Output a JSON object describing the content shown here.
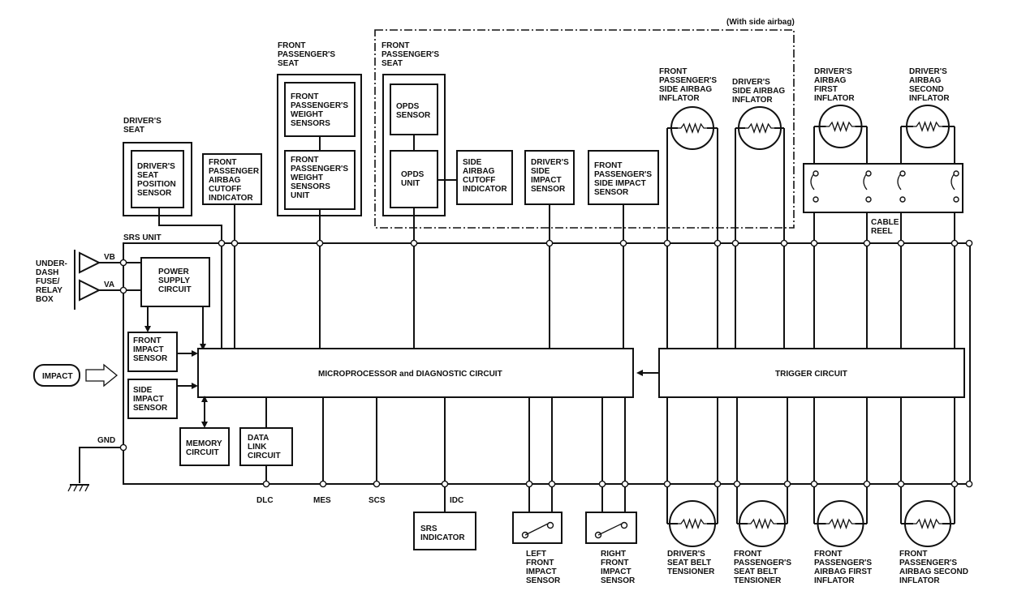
{
  "labels": {
    "with_side_airbag": "(With side airbag)",
    "drivers_seat": [
      "DRIVER'S",
      "SEAT"
    ],
    "drivers_seat_position_sensor": [
      "DRIVER'S",
      "SEAT",
      "POSITION",
      "SENSOR"
    ],
    "fp_airbag_cutoff_indicator": [
      "FRONT",
      "PASSENGER",
      "AIRBAG",
      "CUTOFF",
      "INDICATOR"
    ],
    "front_passengers_seat_a": [
      "FRONT",
      "PASSENGER'S",
      "SEAT"
    ],
    "fp_weight_sensors": [
      "FRONT",
      "PASSENGER'S",
      "WEIGHT",
      "SENSORS"
    ],
    "fp_weight_sensors_unit": [
      "FRONT",
      "PASSENGER'S",
      "WEIGHT",
      "SENSORS",
      "UNIT"
    ],
    "front_passengers_seat_b": [
      "FRONT",
      "PASSENGER'S",
      "SEAT"
    ],
    "opds_sensor": [
      "OPDS",
      "SENSOR"
    ],
    "opds_unit": [
      "OPDS",
      "UNIT"
    ],
    "side_airbag_cutoff_indicator": [
      "SIDE",
      "AIRBAG",
      "CUTOFF",
      "INDICATOR"
    ],
    "drivers_side_impact_sensor": [
      "DRIVER'S",
      "SIDE",
      "IMPACT",
      "SENSOR"
    ],
    "fp_side_impact_sensor": [
      "FRONT",
      "PASSENGER'S",
      "SIDE IMPACT",
      "SENSOR"
    ],
    "fp_side_airbag_inflator": [
      "FRONT",
      "PASSENGER'S",
      "SIDE AIRBAG",
      "INFLATOR"
    ],
    "drivers_side_airbag_inflator": [
      "DRIVER'S",
      "SIDE AIRBAG",
      "INFLATOR"
    ],
    "drivers_airbag_first_inflator": [
      "DRIVER'S",
      "AIRBAG",
      "FIRST",
      "INFLATOR"
    ],
    "drivers_airbag_second_inflator": [
      "DRIVER'S",
      "AIRBAG",
      "SECOND",
      "INFLATOR"
    ],
    "cable_reel": [
      "CABLE",
      "REEL"
    ],
    "srs_unit": "SRS UNIT",
    "under_dash": [
      "UNDER-",
      "DASH",
      "FUSE/",
      "RELAY",
      "BOX"
    ],
    "vb": "VB",
    "va": "VA",
    "power_supply": [
      "POWER",
      "SUPPLY",
      "CIRCUIT"
    ],
    "front_impact_sensor": [
      "FRONT",
      "IMPACT",
      "SENSOR"
    ],
    "impact": "IMPACT",
    "side_impact_sensor": [
      "SIDE",
      "IMPACT",
      "SENSOR"
    ],
    "microprocessor": "MICROPROCESSOR and DIAGNOSTIC CIRCUIT",
    "trigger": "TRIGGER CIRCUIT",
    "gnd": "GND",
    "memory_circuit": [
      "MEMORY",
      "CIRCUIT"
    ],
    "data_link_circuit": [
      "DATA",
      "LINK",
      "CIRCUIT"
    ],
    "dlc": "DLC",
    "mes": "MES",
    "scs": "SCS",
    "idc": "IDC",
    "srs_indicator": [
      "SRS",
      "INDICATOR"
    ],
    "left_front_impact_sensor": [
      "LEFT",
      "FRONT",
      "IMPACT",
      "SENSOR"
    ],
    "right_front_impact_sensor": [
      "RIGHT",
      "FRONT",
      "IMPACT",
      "SENSOR"
    ],
    "drivers_seat_belt_tensioner": [
      "DRIVER'S",
      "SEAT BELT",
      "TENSIONER"
    ],
    "fp_seat_belt_tensioner": [
      "FRONT",
      "PASSENGER'S",
      "SEAT BELT",
      "TENSIONER"
    ],
    "fp_airbag_first_inflator": [
      "FRONT",
      "PASSENGER'S",
      "AIRBAG FIRST",
      "INFLATOR"
    ],
    "fp_airbag_second_inflator": [
      "FRONT",
      "PASSENGER'S",
      "AIRBAG SECOND",
      "INFLATOR"
    ]
  }
}
